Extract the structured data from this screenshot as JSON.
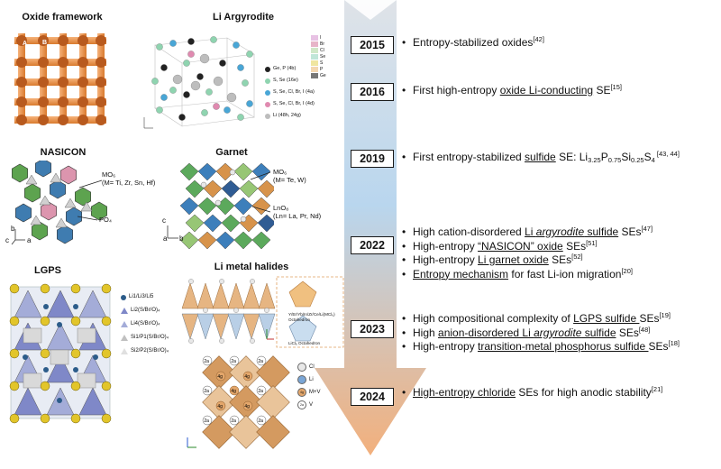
{
  "panels": {
    "oxide": {
      "title": "Oxide framework",
      "a": "A",
      "b": "B"
    },
    "argyrodite": {
      "title": "Li Argyrodite",
      "site_legend": [
        "I",
        "Br",
        "Cl",
        "Se",
        "S",
        "P",
        "Ge"
      ],
      "atom_legend": [
        "Ge, P (4b)",
        "S, Se (16e)",
        "S, Se, Cl, Br, I (4a)",
        "S, Se, Cl, Br, I (4d)",
        "Li (48h, 24g)"
      ],
      "atom_colors": [
        "#222222",
        "#8fd4b0",
        "#49a6d6",
        "#e08ab0",
        "#bdbdbd"
      ]
    },
    "nasicon": {
      "title": "NASICON",
      "mo6": "MO₆",
      "mo6_note": "(M= Ti, Zr, Sn, Hf)",
      "po4": "PO₄",
      "axes": {
        "b": "b",
        "c": "c",
        "a": "a"
      }
    },
    "garnet": {
      "title": "Garnet",
      "mo6": "MO₆",
      "mo6_note": "(M= Te, W)",
      "lno8": "LnO₈",
      "lno8_note": "(Ln= La, Pr, Nd)",
      "axes": {
        "c": "c",
        "a": "a",
        "b": "b"
      }
    },
    "lgps": {
      "title": "LGPS",
      "legend": [
        "Li1/Li3/Li5",
        "Li2(S/Br/O)₄",
        "Li4(S/Br/O)₄",
        "Si1/P1(S/Br/O)₄",
        "Si2/P2(S/Br/O)₄"
      ]
    },
    "halides": {
      "title": "Li metal halides",
      "inset_top": "Y/Er/Yb/In/Zr/Ce/Li(MCl₆) Octahedron",
      "inset_bottom": "LiCl₆ Octahedron",
      "legend": [
        "Cl",
        "Li",
        "M+V",
        "V"
      ],
      "site_2a": "2a",
      "site_4g": "4g"
    }
  },
  "timeline": {
    "arrow_colors": {
      "top": "#dfe3e8",
      "mid": "#b9d6ee",
      "bottom": "#f2b07d"
    },
    "entries": [
      {
        "year": "2015",
        "items": [
          [
            {
              "t": "Entropy-stabilized oxides"
            },
            {
              "t": "[42]",
              "s": "sup"
            }
          ]
        ]
      },
      {
        "year": "2016",
        "items": [
          [
            {
              "t": "First high-entropy "
            },
            {
              "t": "oxide Li-conducting",
              "s": "u"
            },
            {
              "t": " SE"
            },
            {
              "t": "[15]",
              "s": "sup"
            }
          ]
        ]
      },
      {
        "year": "2019",
        "items": [
          [
            {
              "t": "First entropy-stabilized "
            },
            {
              "t": "sulfide",
              "s": "u"
            },
            {
              "t": " SE: Li"
            },
            {
              "t": "3.25",
              "s": "sub"
            },
            {
              "t": "P"
            },
            {
              "t": "0.75",
              "s": "sub"
            },
            {
              "t": "Si"
            },
            {
              "t": "0.25",
              "s": "sub"
            },
            {
              "t": "S"
            },
            {
              "t": "4",
              "s": "sub"
            },
            {
              "t": " [43, 44]",
              "s": "sup"
            }
          ]
        ]
      },
      {
        "year": "2022",
        "items": [
          [
            {
              "t": "High cation-disordered "
            },
            {
              "t": "Li ",
              "s": "u"
            },
            {
              "t": "argyrodite",
              "s": "ui"
            },
            {
              "t": " sulfide",
              "s": "u"
            },
            {
              "t": " SEs"
            },
            {
              "t": "[47]",
              "s": "sup"
            }
          ],
          [
            {
              "t": "High-entropy "
            },
            {
              "t": "“NASICON” oxide",
              "s": "u"
            },
            {
              "t": " SEs"
            },
            {
              "t": "[51]",
              "s": "sup"
            }
          ],
          [
            {
              "t": "High-entropy "
            },
            {
              "t": "Li garnet oxide",
              "s": "u"
            },
            {
              "t": " SEs"
            },
            {
              "t": "[52]",
              "s": "sup"
            }
          ],
          [
            {
              "t": "Entropy mechanism",
              "s": "u"
            },
            {
              "t": " for fast Li-ion migration"
            },
            {
              "t": "[20]",
              "s": "sup"
            }
          ]
        ]
      },
      {
        "year": "2023",
        "items": [
          [
            {
              "t": "High compositional complexity of "
            },
            {
              "t": "LGPS sulfide ",
              "s": "u"
            },
            {
              "t": "SEs"
            },
            {
              "t": "[19]",
              "s": "sup"
            }
          ],
          [
            {
              "t": "High "
            },
            {
              "t": "anion-disordered Li ",
              "s": "u"
            },
            {
              "t": "argyrodite",
              "s": "ui"
            },
            {
              "t": " sulfide",
              "s": "u"
            },
            {
              "t": " SEs"
            },
            {
              "t": "[48]",
              "s": "sup"
            }
          ],
          [
            {
              "t": "High-entropy "
            },
            {
              "t": "transition-metal phosphorus sulfide ",
              "s": "u"
            },
            {
              "t": "SEs"
            },
            {
              "t": "[18]",
              "s": "sup"
            }
          ]
        ]
      },
      {
        "year": "2024",
        "items": [
          [
            {
              "t": "High-entropy chloride",
              "s": "u"
            },
            {
              "t": " SEs for high anodic stability"
            },
            {
              "t": "[21]",
              "s": "sup"
            }
          ]
        ]
      }
    ]
  }
}
